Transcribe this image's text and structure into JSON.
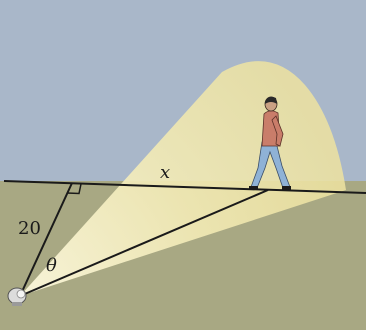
{
  "figure": {
    "labels": {
      "distance": "x",
      "side_length": "20",
      "angle": "θ"
    },
    "colors": {
      "sky": "#a9b7c9",
      "ground": "#a8a883",
      "beam": "#f2eab0",
      "line": "#1a1a1a",
      "walker_shirt": "#c97d6a",
      "walker_pants": "#8fb2d6",
      "spotlight": "#dcdcdc"
    },
    "icons": {
      "figure": "person-walking-icon",
      "light": "spotlight-icon",
      "right_angle": "right-angle-marker"
    }
  }
}
